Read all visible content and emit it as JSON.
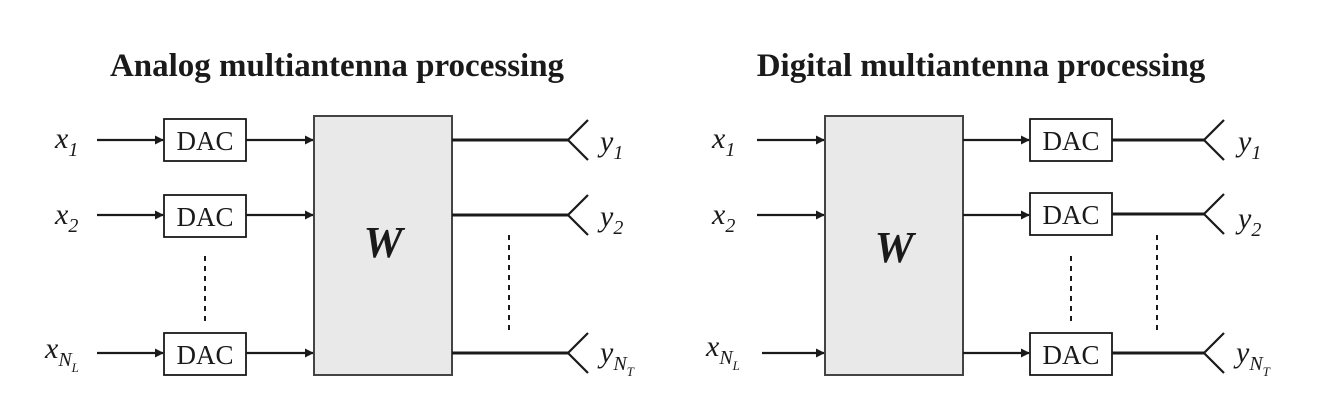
{
  "panels": [
    {
      "title": "Analog multiantenna processing",
      "inputs": [
        {
          "base": "x",
          "sub": "1",
          "subsub": ""
        },
        {
          "base": "x",
          "sub": "2",
          "subsub": ""
        },
        {
          "base": "x",
          "sub": "N",
          "subsub": "L"
        }
      ],
      "dac_label": "DAC",
      "matrix_label": "W",
      "outputs": [
        {
          "base": "y",
          "sub": "1",
          "subsub": ""
        },
        {
          "base": "y",
          "sub": "2",
          "subsub": ""
        },
        {
          "base": "y",
          "sub": "N",
          "subsub": "T"
        }
      ]
    },
    {
      "title": "Digital multiantenna processing",
      "inputs": [
        {
          "base": "x",
          "sub": "1",
          "subsub": ""
        },
        {
          "base": "x",
          "sub": "2",
          "subsub": ""
        },
        {
          "base": "x",
          "sub": "N",
          "subsub": "L"
        }
      ],
      "dac_label": "DAC",
      "matrix_label": "W",
      "outputs": [
        {
          "base": "y",
          "sub": "1",
          "subsub": ""
        },
        {
          "base": "y",
          "sub": "2",
          "subsub": ""
        },
        {
          "base": "y",
          "sub": "N",
          "subsub": "T"
        }
      ]
    }
  ]
}
